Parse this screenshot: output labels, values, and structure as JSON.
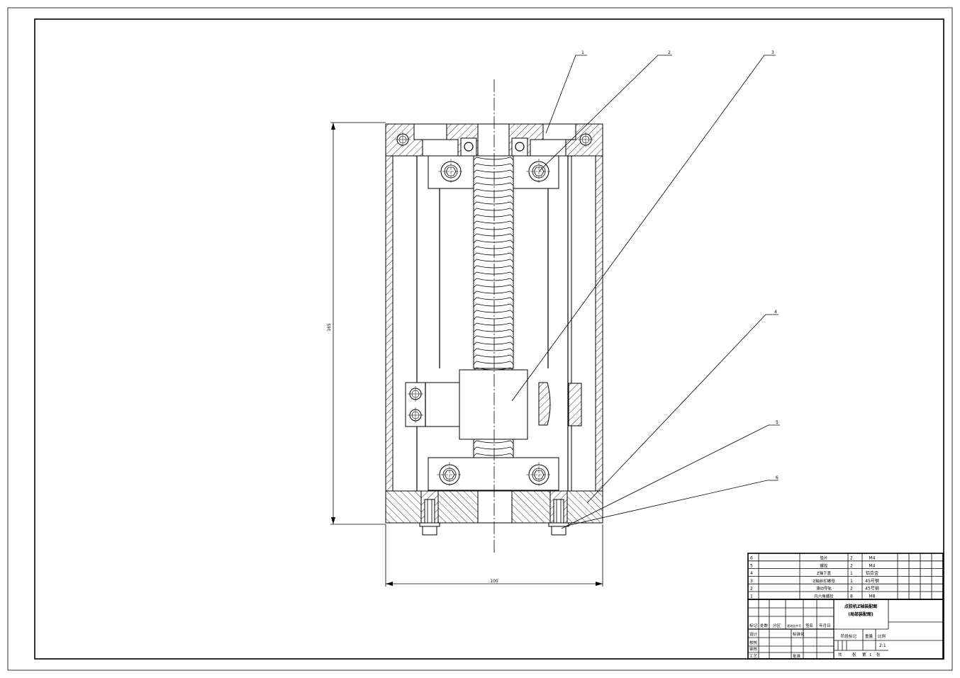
{
  "balloons": [
    "1",
    "2",
    "3",
    "4",
    "5",
    "6"
  ],
  "dimensions": {
    "height": "165",
    "width": "100"
  },
  "parts_list": [
    {
      "no": "6",
      "name": "垫片",
      "qty": "2",
      "material": "M4"
    },
    {
      "no": "5",
      "name": "螺栓",
      "qty": "2",
      "material": "M4"
    },
    {
      "no": "4",
      "name": "Z轴下盖",
      "qty": "1",
      "material": "铝合金"
    },
    {
      "no": "3",
      "name": "Z轴丝杠螺母",
      "qty": "1",
      "material": "45号钢"
    },
    {
      "no": "2",
      "name": "滑动导轨",
      "qty": "2",
      "material": "45号钢"
    },
    {
      "no": "1",
      "name": "内六角螺栓",
      "qty": "8",
      "material": "M8"
    }
  ],
  "title_block": {
    "drawing_title_line1": "点胶机Z轴装配图",
    "drawing_title_line2": "(局部装配图)",
    "rev_headers": [
      "标记",
      "处数",
      "分区",
      "更改文件号",
      "签名",
      "年月日"
    ],
    "roles": {
      "design": "设计",
      "check": "校核",
      "review": "审核",
      "process": "工艺"
    },
    "standardization": "标准化",
    "approve": "批准",
    "stage_mark": "阶段标记",
    "weight": "重量",
    "scale_label": "比例",
    "scale_value": "2:1",
    "sheet_total": "共",
    "sheet_unit": "张",
    "sheet_no": "第",
    "sheet_of": "1",
    "sheet_unit2": "张"
  }
}
